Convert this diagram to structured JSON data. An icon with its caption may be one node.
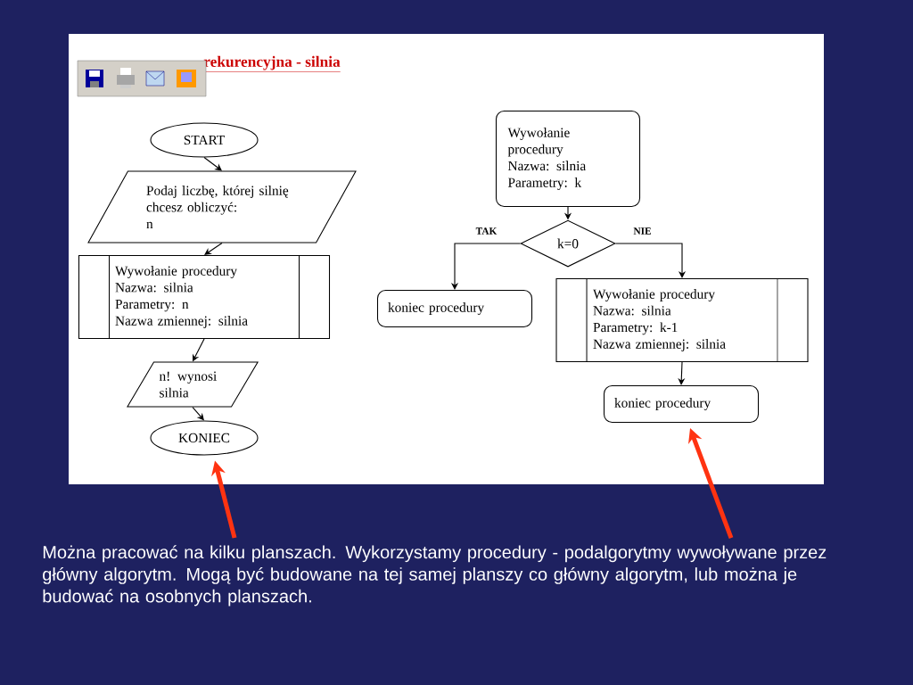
{
  "diagram": {
    "title": "rekurencyjna - silnia",
    "nodes": [
      {
        "text": [
          "START"
        ]
      },
      {
        "text": [
          "Podaj liczbę, której silnię chcesz obliczyć:",
          "n"
        ]
      },
      {
        "text": [
          "Wywołanie procedury",
          "Nazwa: silnia",
          "Parametry: n",
          "Nazwa zmiennej: silnia"
        ]
      },
      {
        "text": [
          "n! wynosi silnia"
        ]
      },
      {
        "text": [
          "KONIEC"
        ]
      },
      {
        "text": [
          "Wywołanie procedury",
          "Nazwa: silnia",
          "Parametry: k"
        ]
      },
      {
        "text": [
          "k=0"
        ]
      },
      {
        "text": [
          "koniec procedury"
        ]
      },
      {
        "text": [
          "Wywołanie procedury",
          "Nazwa: silnia",
          "Parametry: k-1",
          "Nazwa zmiennej: silnia"
        ]
      },
      {
        "text": [
          "koniec procedury"
        ]
      },
      {
        "text": [
          "Można pracować na kilku planszach. Wykorzystamy procedury - podalgorytmy wywoływane przez główny algorytm. Mogą być budowane na tej samej planszy co główny algorytm, lub można je budować na osobnych planszach."
        ]
      }
    ],
    "edges": [
      {
        "from": 0,
        "to": 1,
        "arrow": "to"
      },
      {
        "from": 1,
        "to": 2,
        "arrow": "to"
      },
      {
        "from": 2,
        "to": 3,
        "arrow": "to"
      },
      {
        "from": 3,
        "to": 4,
        "arrow": "to"
      },
      {
        "from": 5,
        "to": 6,
        "arrow": "to"
      },
      {
        "from": 6,
        "to": 7,
        "arrow": "to",
        "label": "TAK"
      },
      {
        "from": 6,
        "to": 8,
        "arrow": "to",
        "label": "NIE"
      },
      {
        "from": 8,
        "to": 9,
        "arrow": "to"
      },
      {
        "from": 10,
        "to": 4,
        "arrow": "to",
        "style": "thick",
        "color": "#ff3311"
      },
      {
        "from": 10,
        "to": 9,
        "arrow": "to",
        "style": "thick",
        "color": "#ff3311"
      }
    ]
  }
}
